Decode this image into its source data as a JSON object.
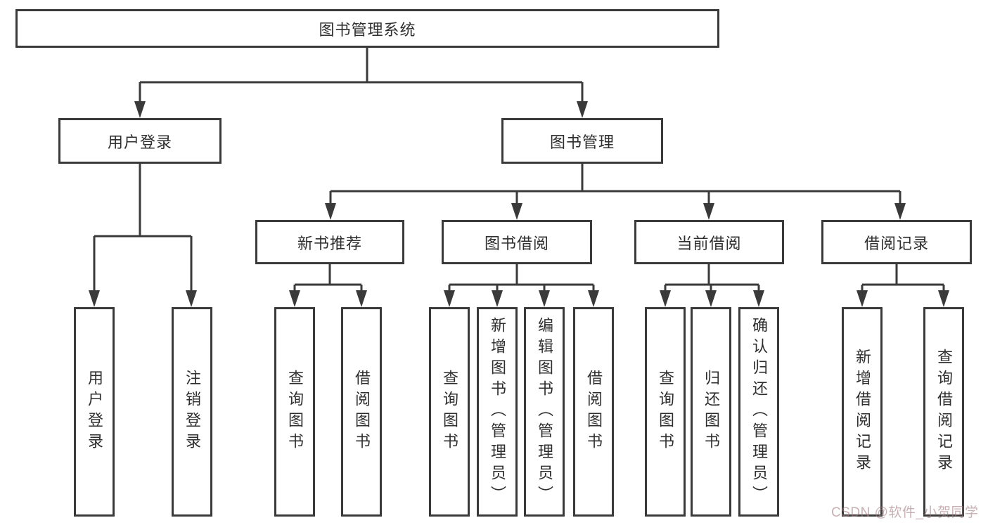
{
  "tree": {
    "label": "图书管理系统",
    "children": [
      {
        "label": "用户登录",
        "children": [
          {
            "label": "用户登录"
          },
          {
            "label": "注销登录"
          }
        ]
      },
      {
        "label": "图书管理",
        "children": [
          {
            "label": "新书推荐",
            "children": [
              {
                "label": "查询图书"
              },
              {
                "label": "借阅图书"
              }
            ]
          },
          {
            "label": "图书借阅",
            "children": [
              {
                "label": "查询图书"
              },
              {
                "label": "新增图书（管理员）"
              },
              {
                "label": "编辑图书（管理员）"
              },
              {
                "label": "借阅图书"
              }
            ]
          },
          {
            "label": "当前借阅",
            "children": [
              {
                "label": "查询图书"
              },
              {
                "label": "归还图书"
              },
              {
                "label": "确认归还（管理员）"
              }
            ]
          },
          {
            "label": "借阅记录",
            "children": [
              {
                "label": "新增借阅记录"
              },
              {
                "label": "查询借阅记录"
              }
            ]
          }
        ]
      }
    ]
  },
  "watermark": {
    "text": "CSDN @软件_小贺同学"
  },
  "colors": {
    "line": "#3a3a3a",
    "text": "#2e2e2e",
    "background": "#ffffff",
    "watermark": "#c9a7ad"
  }
}
